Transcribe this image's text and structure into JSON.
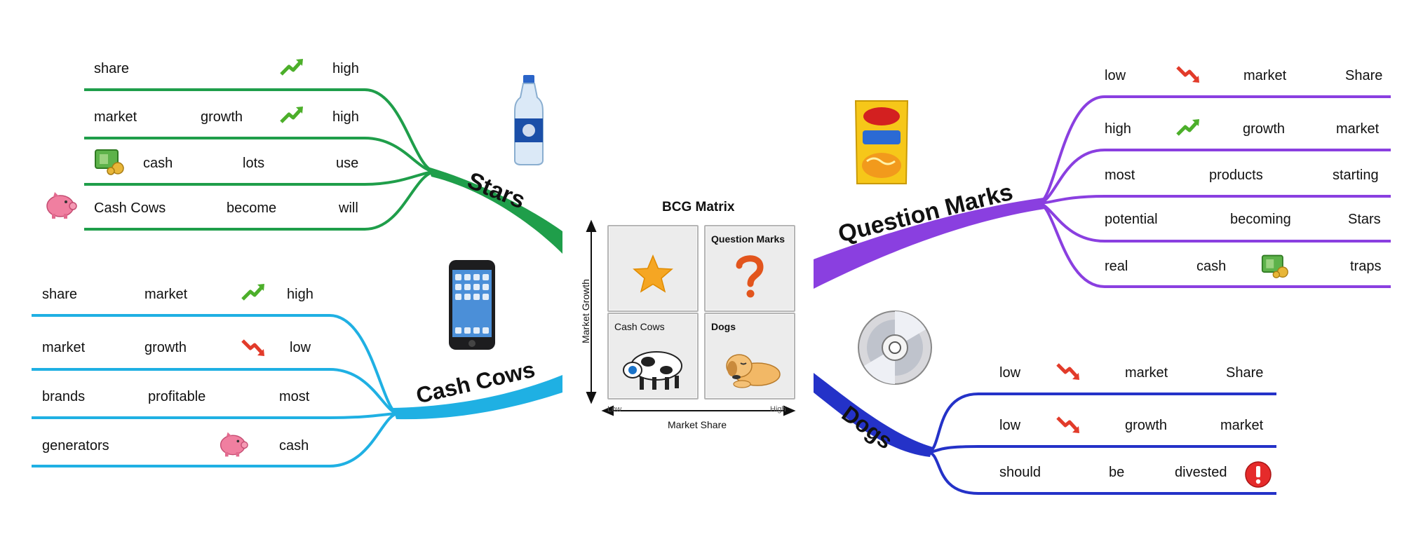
{
  "matrix": {
    "title": "BCG Matrix",
    "y_axis_label": "Market Growth",
    "x_axis_label": "Market Share",
    "x_low": "Low",
    "x_high": "High",
    "cells": [
      {
        "label": "",
        "icon": "star-icon"
      },
      {
        "label": "Question Marks",
        "icon": "question-icon"
      },
      {
        "label": "Cash Cows",
        "icon": "cow-icon"
      },
      {
        "label": "Dogs",
        "icon": "dog-icon"
      }
    ]
  },
  "branches": {
    "stars": {
      "label": "Stars",
      "color": "#1f9e4a",
      "rows": [
        [
          "share",
          "high"
        ],
        [
          "market",
          "growth",
          "high"
        ],
        [
          "cash",
          "lots",
          "use"
        ],
        [
          "Cash Cows",
          "become",
          "will"
        ]
      ]
    },
    "cash_cows": {
      "label": "Cash Cows",
      "color": "#1fb0e3",
      "rows": [
        [
          "share",
          "market",
          "high"
        ],
        [
          "market",
          "growth",
          "low"
        ],
        [
          "brands",
          "profitable",
          "most"
        ],
        [
          "generators",
          "cash"
        ]
      ]
    },
    "question_marks": {
      "label": "Question Marks",
      "color": "#8a3fe0",
      "rows": [
        [
          "low",
          "market",
          "Share"
        ],
        [
          "high",
          "growth",
          "market"
        ],
        [
          "most",
          "products",
          "starting"
        ],
        [
          "potential",
          "becoming",
          "Stars"
        ],
        [
          "real",
          "cash",
          "traps"
        ]
      ]
    },
    "dogs": {
      "label": "Dogs",
      "color": "#2432c8",
      "rows": [
        [
          "low",
          "market",
          "Share"
        ],
        [
          "low",
          "growth",
          "market"
        ],
        [
          "should",
          "be",
          "divested"
        ]
      ]
    }
  },
  "icons": {
    "arrow_up": "trend-up-icon",
    "arrow_down": "trend-down-icon",
    "money": "money-icon",
    "piggy": "piggy-bank-icon",
    "bottle": "water-bottle-icon",
    "phone": "smartphone-icon",
    "noodles": "noodle-packet-icon",
    "cd": "compact-disc-icon",
    "alert": "exclamation-icon"
  }
}
